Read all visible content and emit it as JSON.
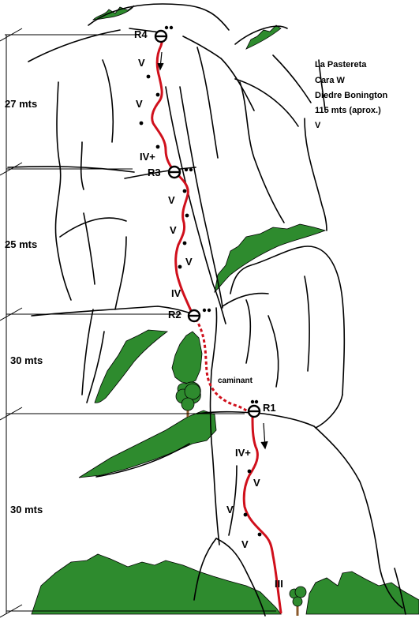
{
  "info": {
    "line1": "La Pastereta",
    "line2": "Cara W",
    "line3": "Diedre Bonington",
    "line4": "115 mts (aprox.)",
    "line5": "V"
  },
  "heights": {
    "h1": "27 mts",
    "h2": "25 mts",
    "h3": "30 mts",
    "h4": "30 mts"
  },
  "belays": {
    "r1": "R1",
    "r2": "R2",
    "r3": "R3",
    "r4": "R4"
  },
  "grades": {
    "g1": "III",
    "g2": "V",
    "g3": "V",
    "g4": "V",
    "g5": "IV+",
    "g6": "IV",
    "g7": "V",
    "g8": "V",
    "g9": "V",
    "g10": "IV+",
    "g11": "V",
    "g12": "V"
  },
  "traverse": "caminant",
  "colors": {
    "route": "#d0101c",
    "vegetation": "#2e8b2e",
    "rock_line": "#000000"
  }
}
